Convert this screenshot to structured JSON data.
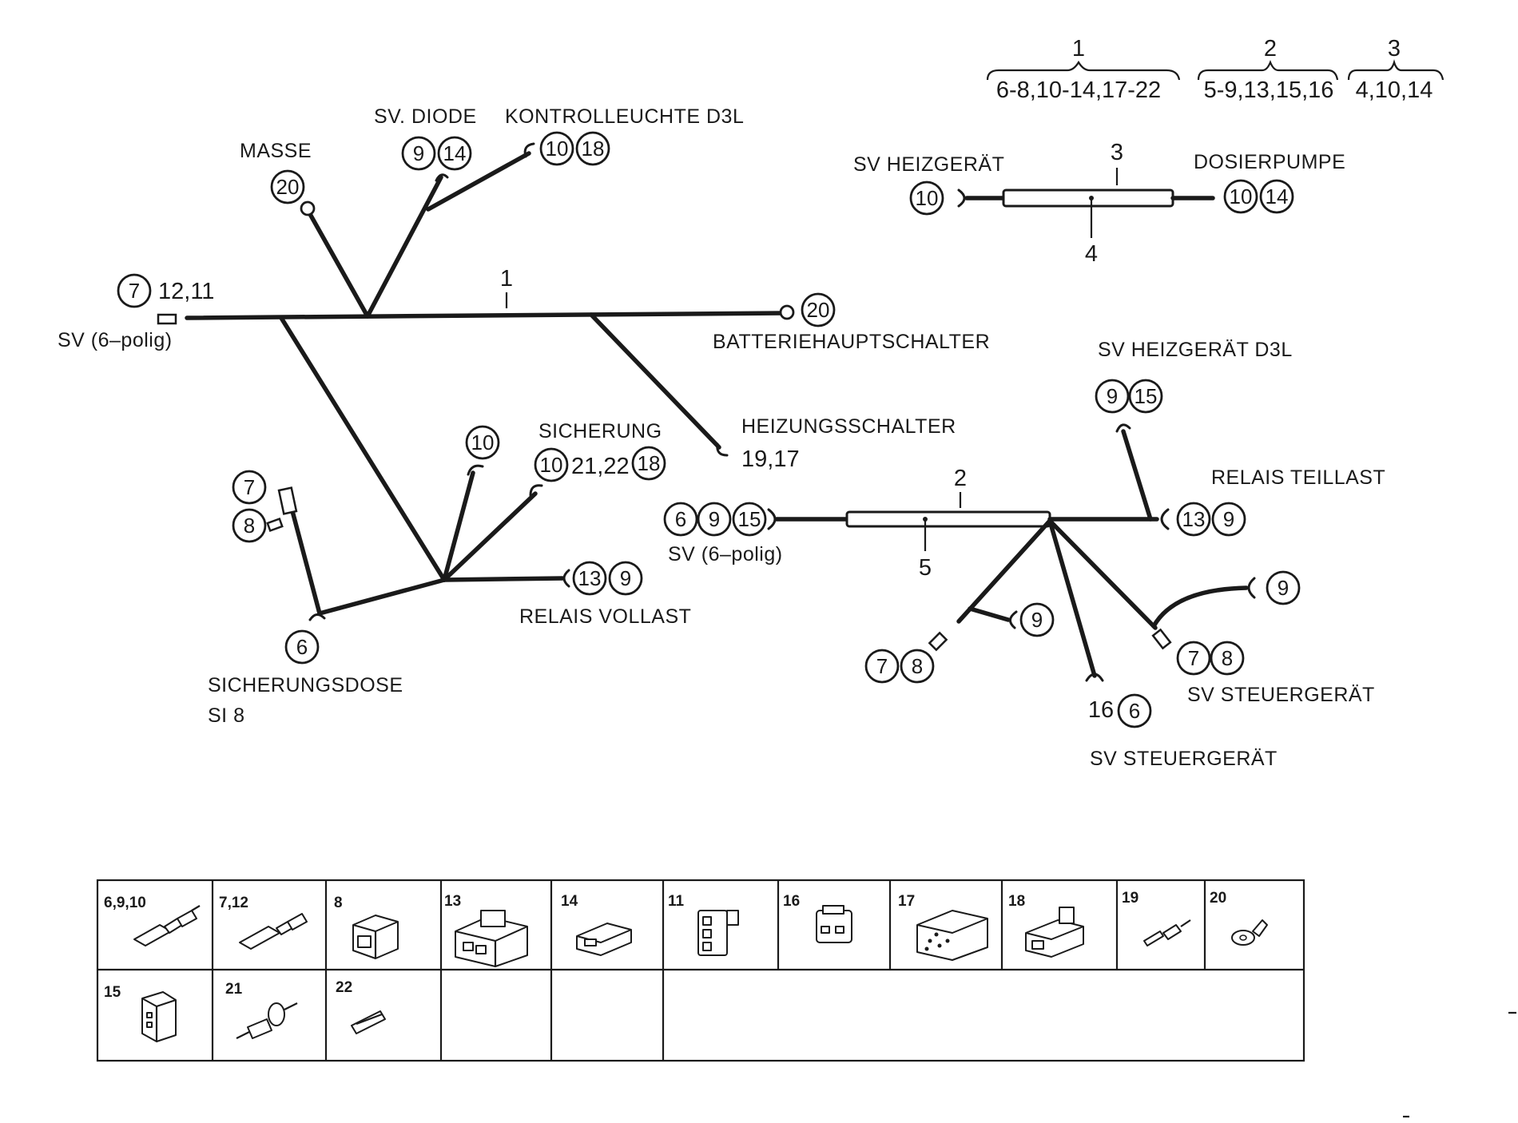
{
  "legend": {
    "groups": [
      {
        "num": "1",
        "range": "6-8,10-14,17-22"
      },
      {
        "num": "2",
        "range": "5-9,13,15,16"
      },
      {
        "num": "3",
        "range": "4,10,14"
      }
    ]
  },
  "harness1": {
    "label": "1",
    "sv6_label": "SV (6–polig)",
    "sv6_parts": "12,11",
    "masse": "MASSE",
    "sv_diode": "SV. DIODE",
    "kontrolleuchte": "KONTROLLEUCHTE D3L",
    "batterie": "BATTERIEHAUPTSCHALTER",
    "heizungsschalter": "HEIZUNGSSCHALTER",
    "heizungsschalter_parts": "19,17",
    "sicherung": "SICHERUNG",
    "sicherung_parts": "21,22",
    "relais_vollast": "RELAIS  VOLLAST",
    "sicherungsdose": "SICHERUNGSDOSE",
    "si8": "SI  8"
  },
  "harness2": {
    "label": "2",
    "sub": "5",
    "sv6_label": "SV (6–polig)",
    "sv_heizgeraet_d3l": "SV  HEIZGERÄT  D3L",
    "relais_teillast": "RELAIS  TEILLAST",
    "sv_steuergeraet_right": "SV  STEUERGERÄT",
    "sv_steuergeraet_bottom": "SV  STEUERGERÄT",
    "bottom_part": "16"
  },
  "harness3": {
    "label": "3",
    "sub": "4",
    "sv_heizgeraet": "SV  HEIZGERÄT",
    "dosierpumpe": "DOSIERPUMPE"
  },
  "circles": {
    "h1_masse": [
      "20"
    ],
    "h1_diode": [
      "9",
      "14"
    ],
    "h1_kontroll": [
      "10",
      "18"
    ],
    "h1_sv6": [
      "7"
    ],
    "h1_batterie": [
      "20"
    ],
    "h1_mid": [
      "10"
    ],
    "h1_sicherung_a": [
      "10"
    ],
    "h1_sicherung_b": [
      "18"
    ],
    "h1_vollast": [
      "13",
      "9"
    ],
    "h1_dose_7": [
      "7"
    ],
    "h1_dose_8": [
      "8"
    ],
    "h1_dose_6": [
      "6"
    ],
    "h2_sv6": [
      "6",
      "9",
      "15"
    ],
    "h2_heiz": [
      "9",
      "15"
    ],
    "h2_teillast": [
      "13",
      "9"
    ],
    "h2_right9": [
      "9"
    ],
    "h2_right78": [
      "7",
      "8"
    ],
    "h2_left9": [
      "9"
    ],
    "h2_left78": [
      "7",
      "8"
    ],
    "h2_bottom6": [
      "6"
    ],
    "h3_left": [
      "10"
    ],
    "h3_right": [
      "10",
      "14"
    ]
  },
  "parts_table": {
    "row1": [
      "6,9,10",
      "7,12",
      "8",
      "13",
      "14",
      "11",
      "16",
      "17",
      "18",
      "19",
      "20"
    ],
    "row2": [
      "15",
      "21",
      "22"
    ]
  }
}
